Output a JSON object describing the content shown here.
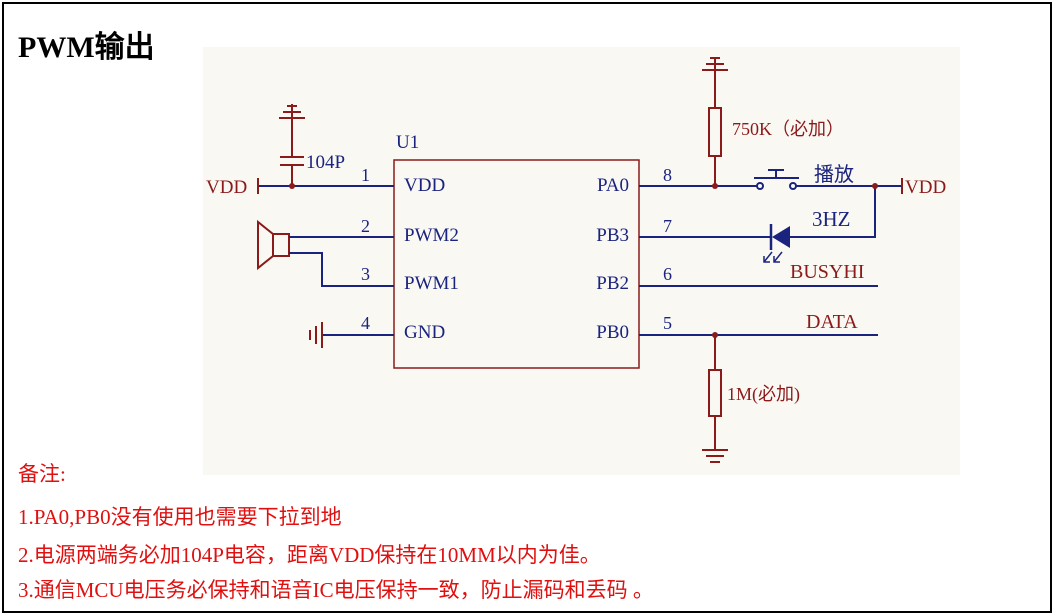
{
  "title": "PWM输出",
  "ic": {
    "ref": "U1",
    "left_pins": [
      {
        "num": "1",
        "name": "VDD"
      },
      {
        "num": "2",
        "name": "PWM2"
      },
      {
        "num": "3",
        "name": "PWM1"
      },
      {
        "num": "4",
        "name": "GND"
      }
    ],
    "right_pins": [
      {
        "num": "8",
        "name": "PA0"
      },
      {
        "num": "7",
        "name": "PB3"
      },
      {
        "num": "6",
        "name": "PB2"
      },
      {
        "num": "5",
        "name": "PB0"
      }
    ]
  },
  "labels": {
    "vdd_left": "VDD",
    "vdd_right": "VDD",
    "cap": "104P",
    "res_top": "750K（必加）",
    "res_bottom": "1M(必加)",
    "button": "播放",
    "led": "3HZ",
    "net_pb2": "BUSYHI",
    "net_pb0": "DATA"
  },
  "notes": {
    "heading": "备注:",
    "items": [
      "1.PA0,PB0没有使用也需要下拉到地",
      "2.电源两端务必加104P电容，距离VDD保持在10MM以内为佳。",
      "3.通信MCU电压务必保持和语音IC电压保持一致，防止漏码和丢码 。"
    ]
  },
  "colors": {
    "wire": "#1a237e",
    "component": "#8b1a1a",
    "label_blue": "#1a237e",
    "label_red": "#8b1a1a",
    "note": "#e01010"
  }
}
